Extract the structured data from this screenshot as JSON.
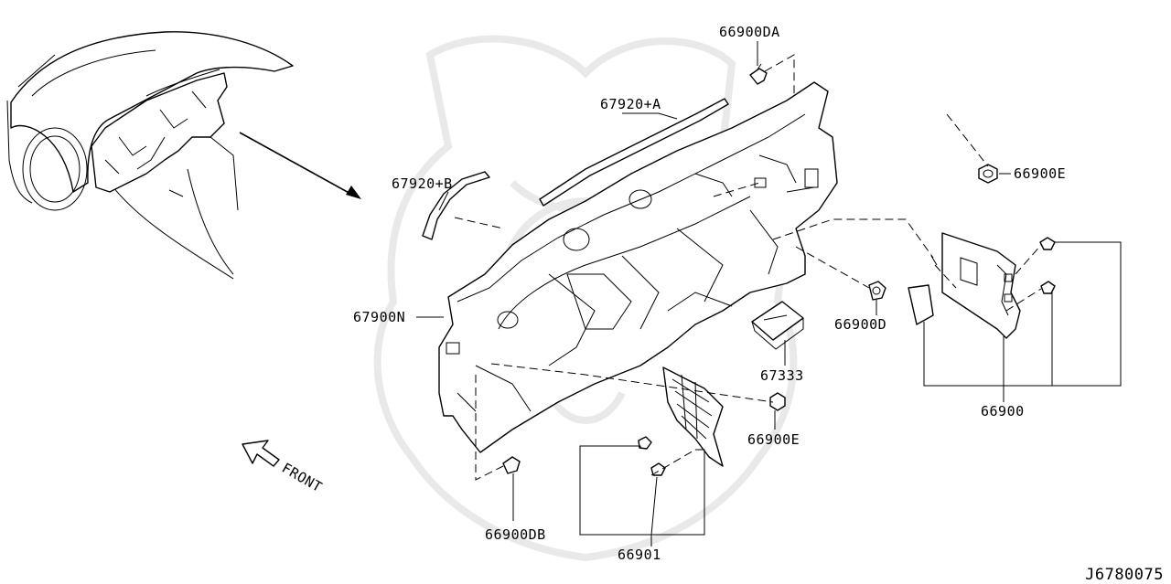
{
  "diagram_id": "J6780075",
  "front_label": "FRONT",
  "callouts": [
    {
      "id": "c-66900DA",
      "text": "66900DA"
    },
    {
      "id": "c-67920A",
      "text": "67920+A"
    },
    {
      "id": "c-67920B",
      "text": "67920+B"
    },
    {
      "id": "c-66900E-top",
      "text": "66900E"
    },
    {
      "id": "c-67900N",
      "text": "67900N"
    },
    {
      "id": "c-66900D",
      "text": "66900D"
    },
    {
      "id": "c-67333",
      "text": "67333"
    },
    {
      "id": "c-66900",
      "text": "66900"
    },
    {
      "id": "c-66900E-bottom",
      "text": "66900E"
    },
    {
      "id": "c-66900DB",
      "text": "66900DB"
    },
    {
      "id": "c-66901",
      "text": "66901"
    }
  ]
}
